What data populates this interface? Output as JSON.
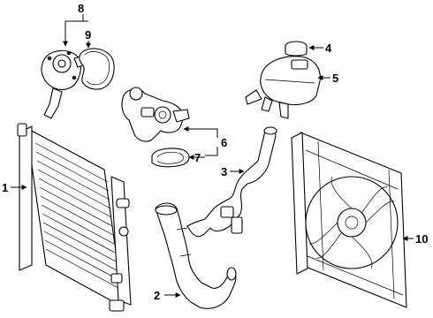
{
  "callouts": [
    {
      "id": "c1",
      "label": "1",
      "part": "radiator"
    },
    {
      "id": "c2",
      "label": "2",
      "part": "lower-radiator-hose"
    },
    {
      "id": "c3",
      "label": "3",
      "part": "upper-radiator-hose"
    },
    {
      "id": "c4",
      "label": "4",
      "part": "reservoir-cap"
    },
    {
      "id": "c5",
      "label": "5",
      "part": "coolant-reservoir"
    },
    {
      "id": "c6",
      "label": "6",
      "part": "thermostat-housing"
    },
    {
      "id": "c7",
      "label": "7",
      "part": "thermostat-gasket"
    },
    {
      "id": "c8",
      "label": "8",
      "part": "water-pump"
    },
    {
      "id": "c9",
      "label": "9",
      "part": "water-pump-gasket"
    },
    {
      "id": "c10",
      "label": "10",
      "part": "fan-assembly"
    }
  ]
}
